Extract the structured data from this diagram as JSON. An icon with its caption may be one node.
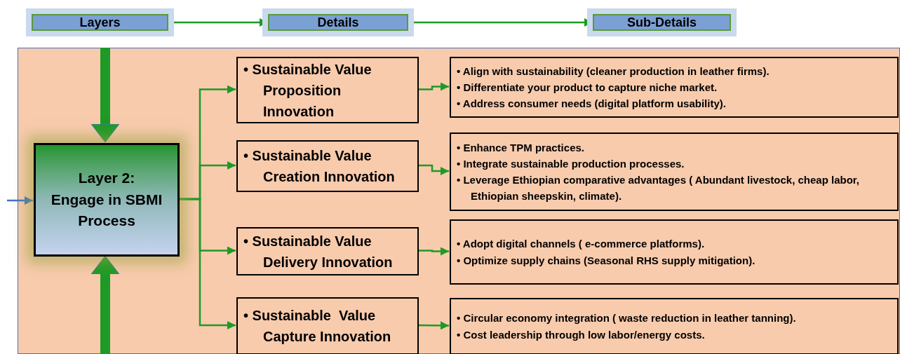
{
  "diagram": {
    "nodes": [
      {
        "text": [
          "Layers"
        ]
      },
      {
        "text": [
          "Details"
        ]
      },
      {
        "text": [
          "Sub-Details"
        ]
      },
      {
        "text": [],
        "shape": "box"
      },
      {
        "text": [
          "Layer 2:",
          "Engage in SBMI Process"
        ],
        "in": 3
      },
      {
        "text": [
          "• Sustainable Value Proposition Innovation"
        ],
        "in": 3
      },
      {
        "text": [
          "• Sustainable Value Creation Innovation"
        ],
        "in": 3
      },
      {
        "text": [
          "• Sustainable Value Delivery Innovation"
        ],
        "in": 3
      },
      {
        "text": [
          "• Sustainable  Value Capture Innovation"
        ],
        "in": 3
      },
      {
        "text": [
          "• Align with sustainability (cleaner production in leather firms).",
          "• Differentiate your product to capture niche market.",
          "• Address consumer needs (digital platform usability)."
        ],
        "in": 3
      },
      {
        "text": [
          "• Enhance TPM practices.",
          "• Integrate sustainable production processes.",
          "• Leverage Ethiopian comparative advantages ( Abundant livestock, cheap labor, Ethiopian sheepskin, climate)."
        ],
        "in": 3
      },
      {
        "text": [
          "• Adopt digital channels ( e-commerce platforms).",
          "• Optimize supply chains (Seasonal RHS supply mitigation)."
        ],
        "in": 3
      },
      {
        "text": [
          "• Circular economy integration ( waste reduction in leather tanning).",
          "• Cost leadership through low labor/energy costs."
        ],
        "in": 3
      }
    ],
    "edges": [
      {
        "from": 0,
        "to": 1,
        "arrow": "to"
      },
      {
        "from": 1,
        "to": 2,
        "arrow": "to"
      },
      {
        "from": null,
        "to": 4,
        "arrow": "to",
        "style": "thick"
      },
      {
        "from": null,
        "to": 4,
        "arrow": "to",
        "style": "thick"
      },
      {
        "from": null,
        "to": 4,
        "arrow": "to",
        "color": "#4472c4"
      },
      {
        "from": 4,
        "to": 5,
        "arrow": "to"
      },
      {
        "from": 4,
        "to": 6,
        "arrow": "to"
      },
      {
        "from": 4,
        "to": 7,
        "arrow": "to"
      },
      {
        "from": 4,
        "to": 8,
        "arrow": "to"
      },
      {
        "from": 5,
        "to": 9,
        "arrow": "to"
      },
      {
        "from": 6,
        "to": 10,
        "arrow": "to"
      },
      {
        "from": 7,
        "to": 11,
        "arrow": "to"
      },
      {
        "from": 8,
        "to": 12,
        "arrow": "to"
      }
    ]
  }
}
